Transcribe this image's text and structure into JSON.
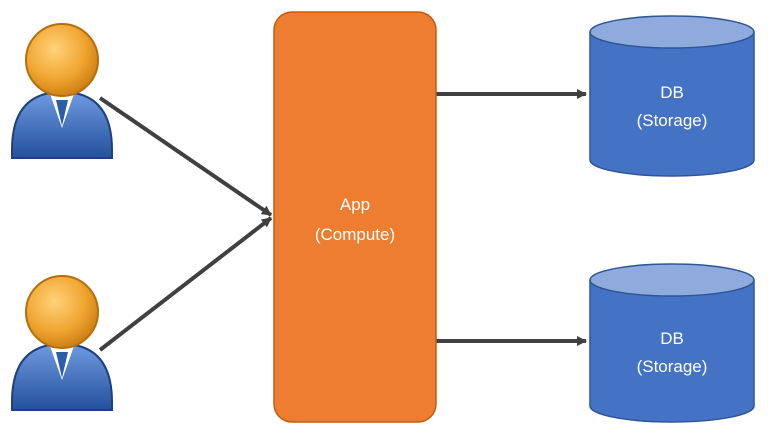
{
  "colors": {
    "app_fill": "#ED7D31",
    "app_stroke": "#C55A11",
    "db_side": "#4472C4",
    "db_top": "#8FAADC",
    "db_stroke": "#2F5597",
    "connector": "#404040",
    "user_head": "#F0A530",
    "user_body": "#3A6FC0",
    "text": "#FFFFFF"
  },
  "nodes": {
    "app": {
      "line1": "App",
      "line2": "(Compute)"
    },
    "db_top": {
      "line1": "DB",
      "line2": "(Storage)"
    },
    "db_bottom": {
      "line1": "DB",
      "line2": "(Storage)"
    }
  },
  "users": [
    {
      "icon": "user-icon"
    },
    {
      "icon": "user-icon"
    }
  ],
  "edges": [
    {
      "from": "user-top",
      "to": "app"
    },
    {
      "from": "user-bottom",
      "to": "app"
    },
    {
      "from": "app",
      "to": "db-top"
    },
    {
      "from": "app",
      "to": "db-bottom"
    }
  ]
}
